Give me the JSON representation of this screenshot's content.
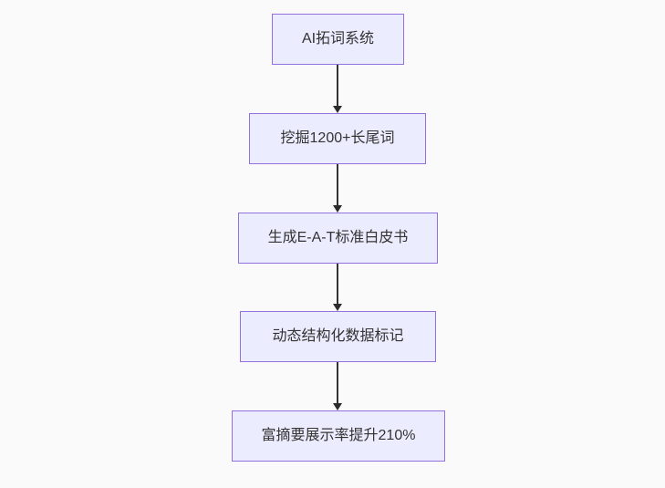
{
  "flowchart": {
    "type": "vertical-flowchart",
    "direction": "top-down",
    "colors": {
      "background": "#fafafa",
      "node_fill": "#ececff",
      "node_border": "#9370db",
      "node_text": "#333333",
      "arrow": "#333333"
    },
    "nodes": [
      {
        "id": "A",
        "label": "AI拓词系统"
      },
      {
        "id": "B",
        "label": "挖掘1200+长尾词"
      },
      {
        "id": "C",
        "label": "生成E-A-T标准白皮书"
      },
      {
        "id": "D",
        "label": "动态结构化数据标记"
      },
      {
        "id": "E",
        "label": "富摘要展示率提升210%"
      }
    ],
    "edges": [
      {
        "from": "A",
        "to": "B"
      },
      {
        "from": "B",
        "to": "C"
      },
      {
        "from": "C",
        "to": "D"
      },
      {
        "from": "D",
        "to": "E"
      }
    ]
  }
}
